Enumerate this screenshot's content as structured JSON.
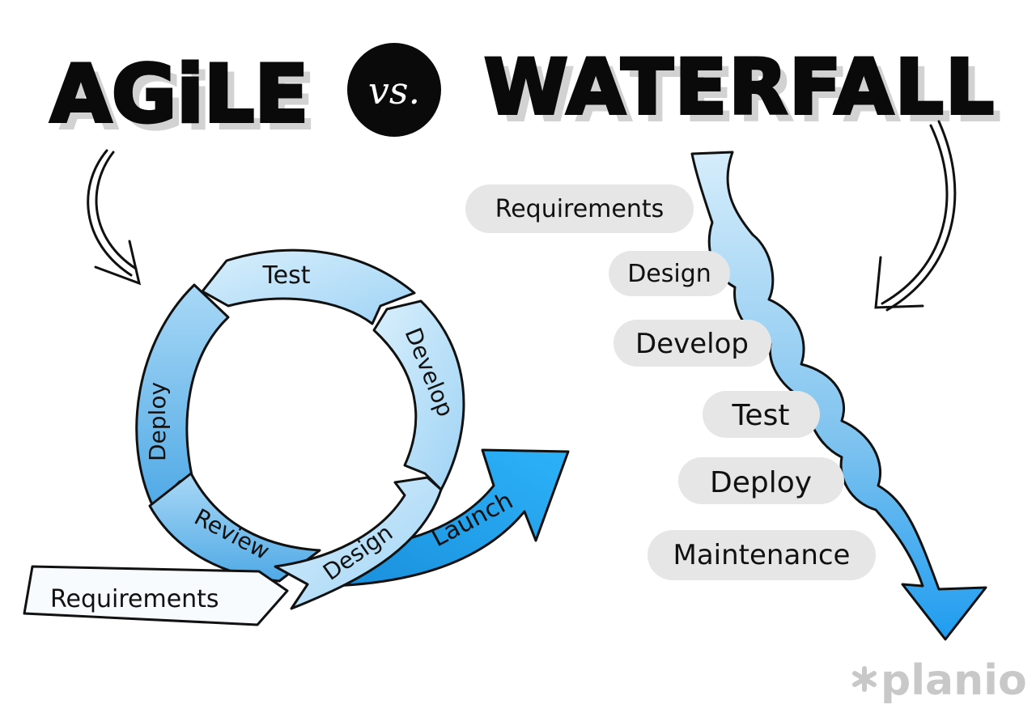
{
  "title": {
    "left": "AGiLE",
    "vs": "vs.",
    "right": "WATERFALL"
  },
  "agile": {
    "cycle_steps": [
      "Test",
      "Develop",
      "Design",
      "Review",
      "Deploy"
    ],
    "entry": "Requirements",
    "exit": "Launch"
  },
  "waterfall": {
    "steps": [
      "Requirements",
      "Design",
      "Develop",
      "Test",
      "Deploy",
      "Maintenance"
    ]
  },
  "logo": {
    "text": "planio"
  },
  "colors": {
    "light_blue": "#bfe3fa",
    "mid_blue": "#7cc0ee",
    "deep_blue": "#1ea8f5",
    "ink": "#111111",
    "pill_gray": "#e6e6e6",
    "logo_gray": "#c8c8c8"
  }
}
